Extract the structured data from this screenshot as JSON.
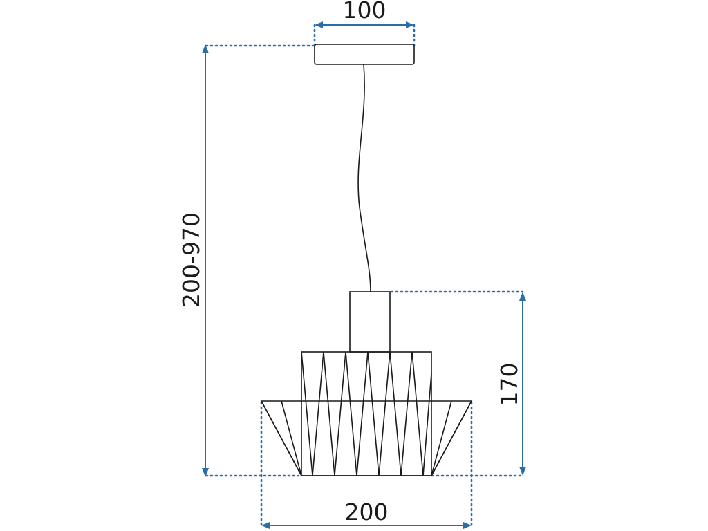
{
  "dimensions": {
    "canopy_width": "100",
    "hanging_height": "200-970",
    "shade_height": "170",
    "shade_width": "200"
  },
  "colors": {
    "dimension_line": "#2b6ea6",
    "outline": "#1a1a1a"
  }
}
